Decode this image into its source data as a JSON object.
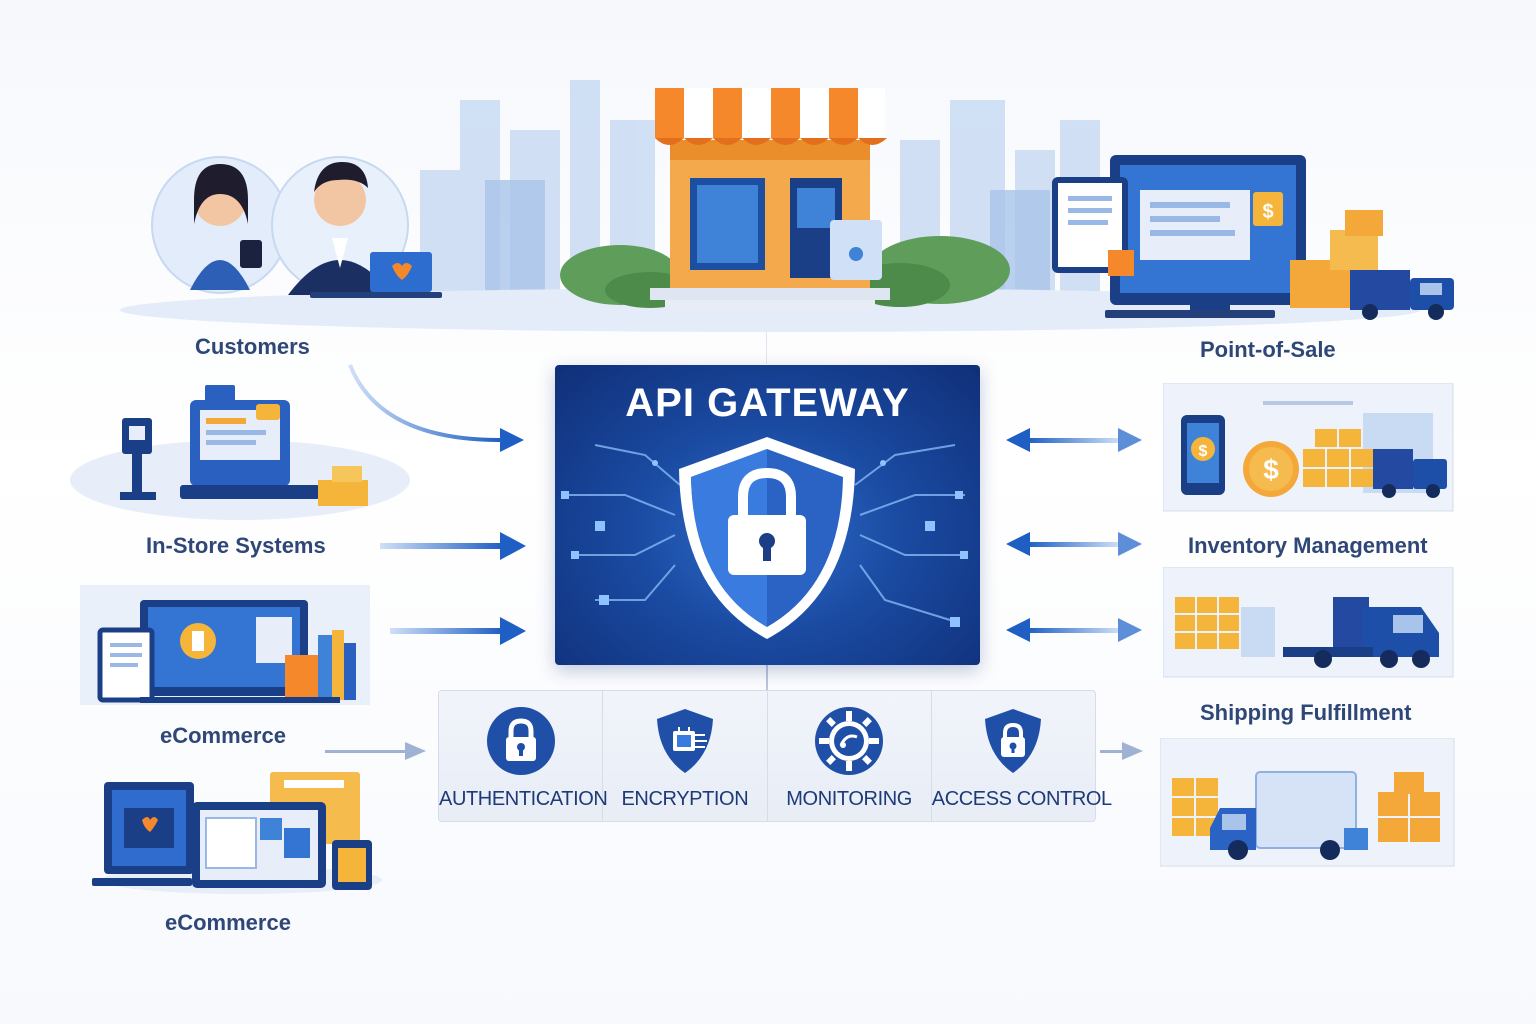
{
  "gateway": {
    "title": "API GATEWAY"
  },
  "sources": [
    {
      "label": "Customers",
      "icon": "customers-icon"
    },
    {
      "label": "In-Store Systems",
      "icon": "cash-register-icon"
    },
    {
      "label": "eCommerce",
      "icon": "desktop-store-icon"
    },
    {
      "label": "eCommerce",
      "icon": "laptop-tablet-icon"
    }
  ],
  "targets": [
    {
      "label": "Point-of-Sale",
      "icon": "pos-terminal-icon"
    },
    {
      "label": "Inventory Management",
      "icon": "payment-inventory-icon"
    },
    {
      "label": "Shipping Fulfillment",
      "icon": "warehouse-truck-icon"
    }
  ],
  "features": [
    {
      "label": "AUTHENTICATION",
      "icon": "padlock-icon"
    },
    {
      "label": "ENCRYPTION",
      "icon": "shield-chip-icon"
    },
    {
      "label": "MONITORING",
      "icon": "gear-icon"
    },
    {
      "label": "ACCESS CONTROL",
      "icon": "shield-lock-icon"
    }
  ],
  "colors": {
    "navy": "#102f78",
    "primary_blue": "#1f5fc4",
    "light_blue": "#8fb6ec",
    "orange": "#f5882a",
    "gold": "#f5b43a",
    "text": "#2f4777"
  }
}
